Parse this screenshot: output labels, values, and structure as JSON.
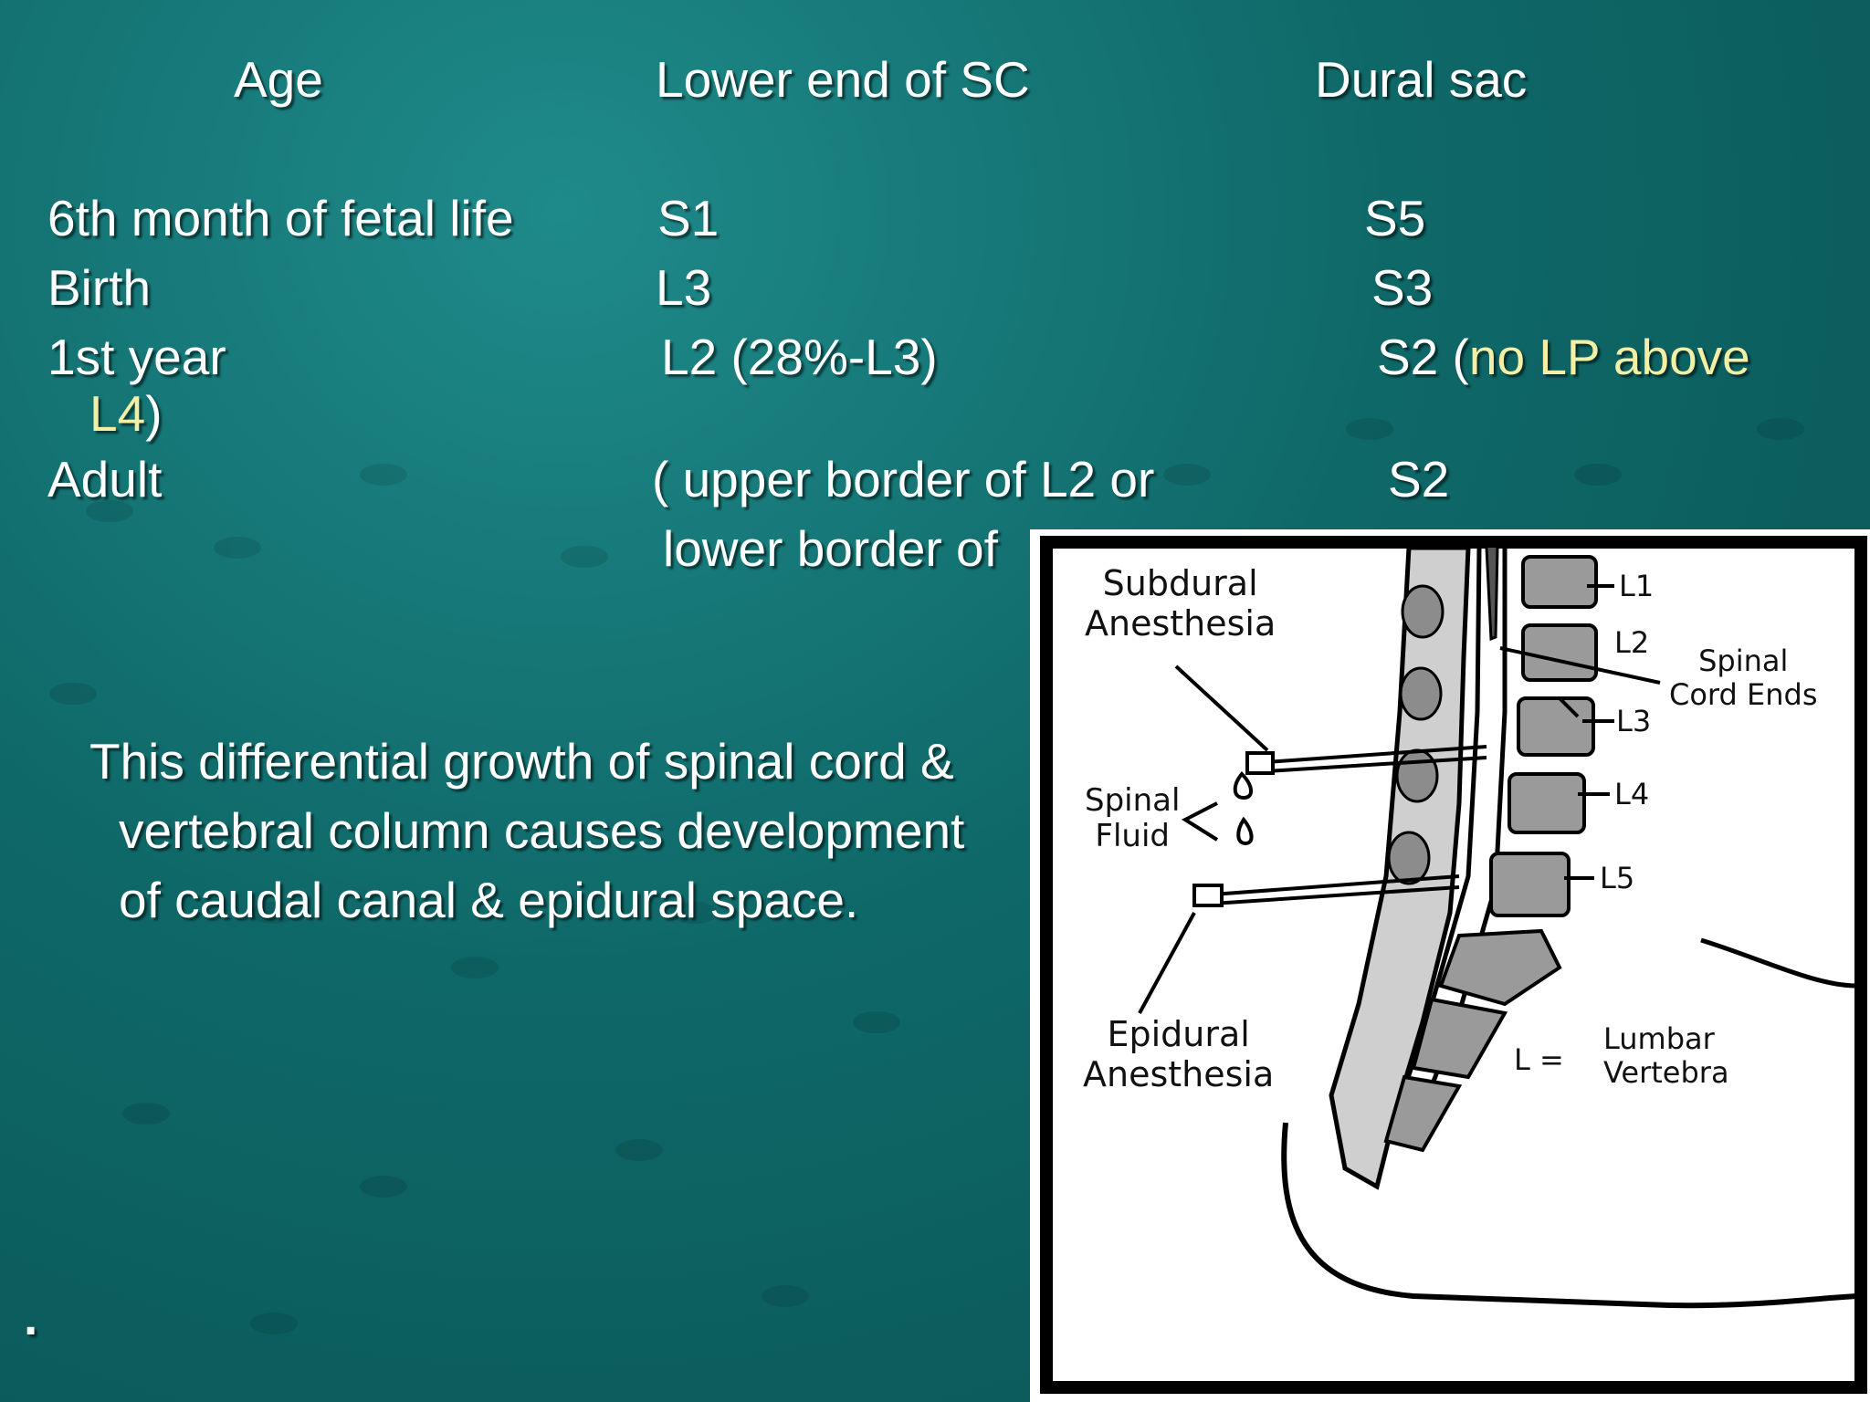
{
  "table": {
    "headers": {
      "age": "Age",
      "lower_end": "Lower end of SC",
      "dural_sac": "Dural sac"
    },
    "rows": [
      {
        "age": "6th month of fetal life",
        "lower_end": "S1",
        "dural_sac": "S5"
      },
      {
        "age": "Birth",
        "lower_end": "L3",
        "dural_sac": "S3"
      },
      {
        "age": "1st year",
        "lower_end": "L2 (28%-L3)",
        "dural_sac_prefix": "S2 (",
        "dural_sac_note": "no LP above",
        "dural_sac_note_cont": "L4",
        "dural_sac_suffix": ")"
      },
      {
        "age": "Adult",
        "lower_end_line1": "( upper border of L2 or",
        "lower_end_line2": "lower border of",
        "dural_sac": "S2"
      }
    ]
  },
  "paragraph": {
    "line1": "This differential growth of spinal cord &",
    "line2": "vertebral column causes development",
    "line3": "of caudal canal & epidural space."
  },
  "bullet_mark": ".",
  "figure": {
    "labels": {
      "subdural": "Subdural\nAnesthesia",
      "spinal_fluid": "Spinal\nFluid",
      "epidural": "Epidural\nAnesthesia",
      "spinal_cord_ends": "Spinal\nCord Ends",
      "legend_key": "L =",
      "legend_value": "Lumbar\nVertebra"
    },
    "vertebra_labels": [
      "L1",
      "L2",
      "L3",
      "L4",
      "L5"
    ]
  },
  "colors": {
    "background": "#0f6868",
    "text": "#ffffff",
    "highlight": "#f3f0a6"
  }
}
